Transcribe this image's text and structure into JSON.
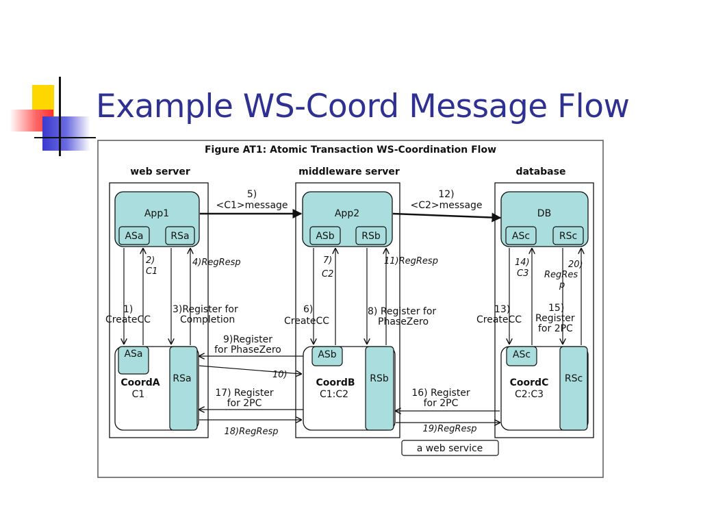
{
  "slide": {
    "title": "Example WS-Coord Message Flow"
  },
  "figure": {
    "caption": "Figure AT1: Atomic Transaction WS-Coordination Flow",
    "columns": {
      "left": "web server",
      "middle": "middleware server",
      "right": "database"
    },
    "apps": {
      "app1": "App1",
      "app2": "App2",
      "db": "DB"
    },
    "services": {
      "asa": "ASa",
      "rsa": "RSa",
      "asb": "ASb",
      "rsb": "RSb",
      "asc": "ASc",
      "rsc": "RSc"
    },
    "coordinators": {
      "a": {
        "name": "CoordA",
        "ctx": "C1",
        "as": "ASa",
        "rs": "RSa"
      },
      "b": {
        "name": "CoordB",
        "ctx": "C1:C2",
        "as": "ASb",
        "rs": "RSb"
      },
      "c": {
        "name": "CoordC",
        "ctx": "C2:C3",
        "as": "ASc",
        "rs": "RSc"
      }
    },
    "steps": {
      "s1": [
        "1)",
        "CreateCC"
      ],
      "s2": [
        "2)",
        "C1"
      ],
      "s3": [
        "3)Register for",
        "Completion"
      ],
      "s4": "4)RegResp",
      "s5": [
        "5)",
        "<C1>message"
      ],
      "s6": [
        "6)",
        "CreateCC"
      ],
      "s7": [
        "7)",
        "C2"
      ],
      "s8": [
        "8) Register for",
        "PhaseZero"
      ],
      "s9": [
        "9)Register",
        "for PhaseZero"
      ],
      "s10": "10)",
      "s11": "11)RegResp",
      "s12": [
        "12)",
        "<C2>message"
      ],
      "s13": [
        "13)",
        "CreateCC"
      ],
      "s14": [
        "14)",
        "C3"
      ],
      "s15": [
        "15)",
        "Register",
        "for 2PC"
      ],
      "s16": [
        "16) Register",
        "for 2PC"
      ],
      "s17": [
        "17) Register",
        "for 2PC"
      ],
      "s18": "18)RegResp",
      "s19": "19)RegResp",
      "s20": [
        "20)",
        "RegRes",
        "p"
      ]
    },
    "legend": "a web service"
  }
}
